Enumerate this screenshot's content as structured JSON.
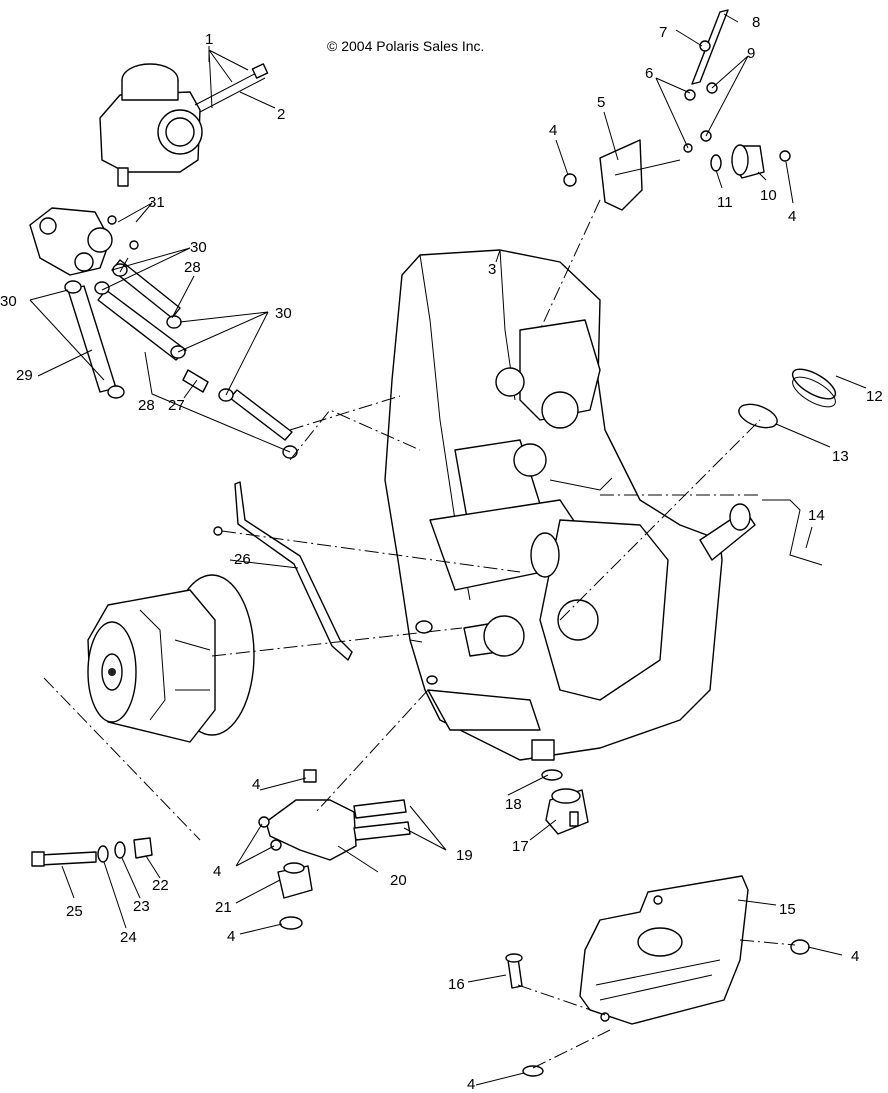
{
  "copyright": "© 2004 Polaris Sales Inc.",
  "callouts": [
    "1",
    "2",
    "3",
    "4",
    "4",
    "4",
    "4",
    "4",
    "4",
    "4",
    "5",
    "6",
    "7",
    "8",
    "9",
    "10",
    "11",
    "12",
    "13",
    "14",
    "15",
    "16",
    "17",
    "18",
    "19",
    "20",
    "21",
    "22",
    "23",
    "24",
    "25",
    "26",
    "27",
    "28",
    "28",
    "29",
    "30",
    "30",
    "30",
    "31"
  ],
  "parts": {
    "carburetor": "carburetor-icon",
    "fuel_pump": "fuel-pump-icon",
    "engine": "engine-block-icon",
    "clutch": "drive-clutch-icon",
    "mount_bracket": "mount-bracket-icon",
    "skid_plate": "skid-plate-icon"
  },
  "colors": {
    "line": "#000000",
    "background": "#ffffff"
  }
}
